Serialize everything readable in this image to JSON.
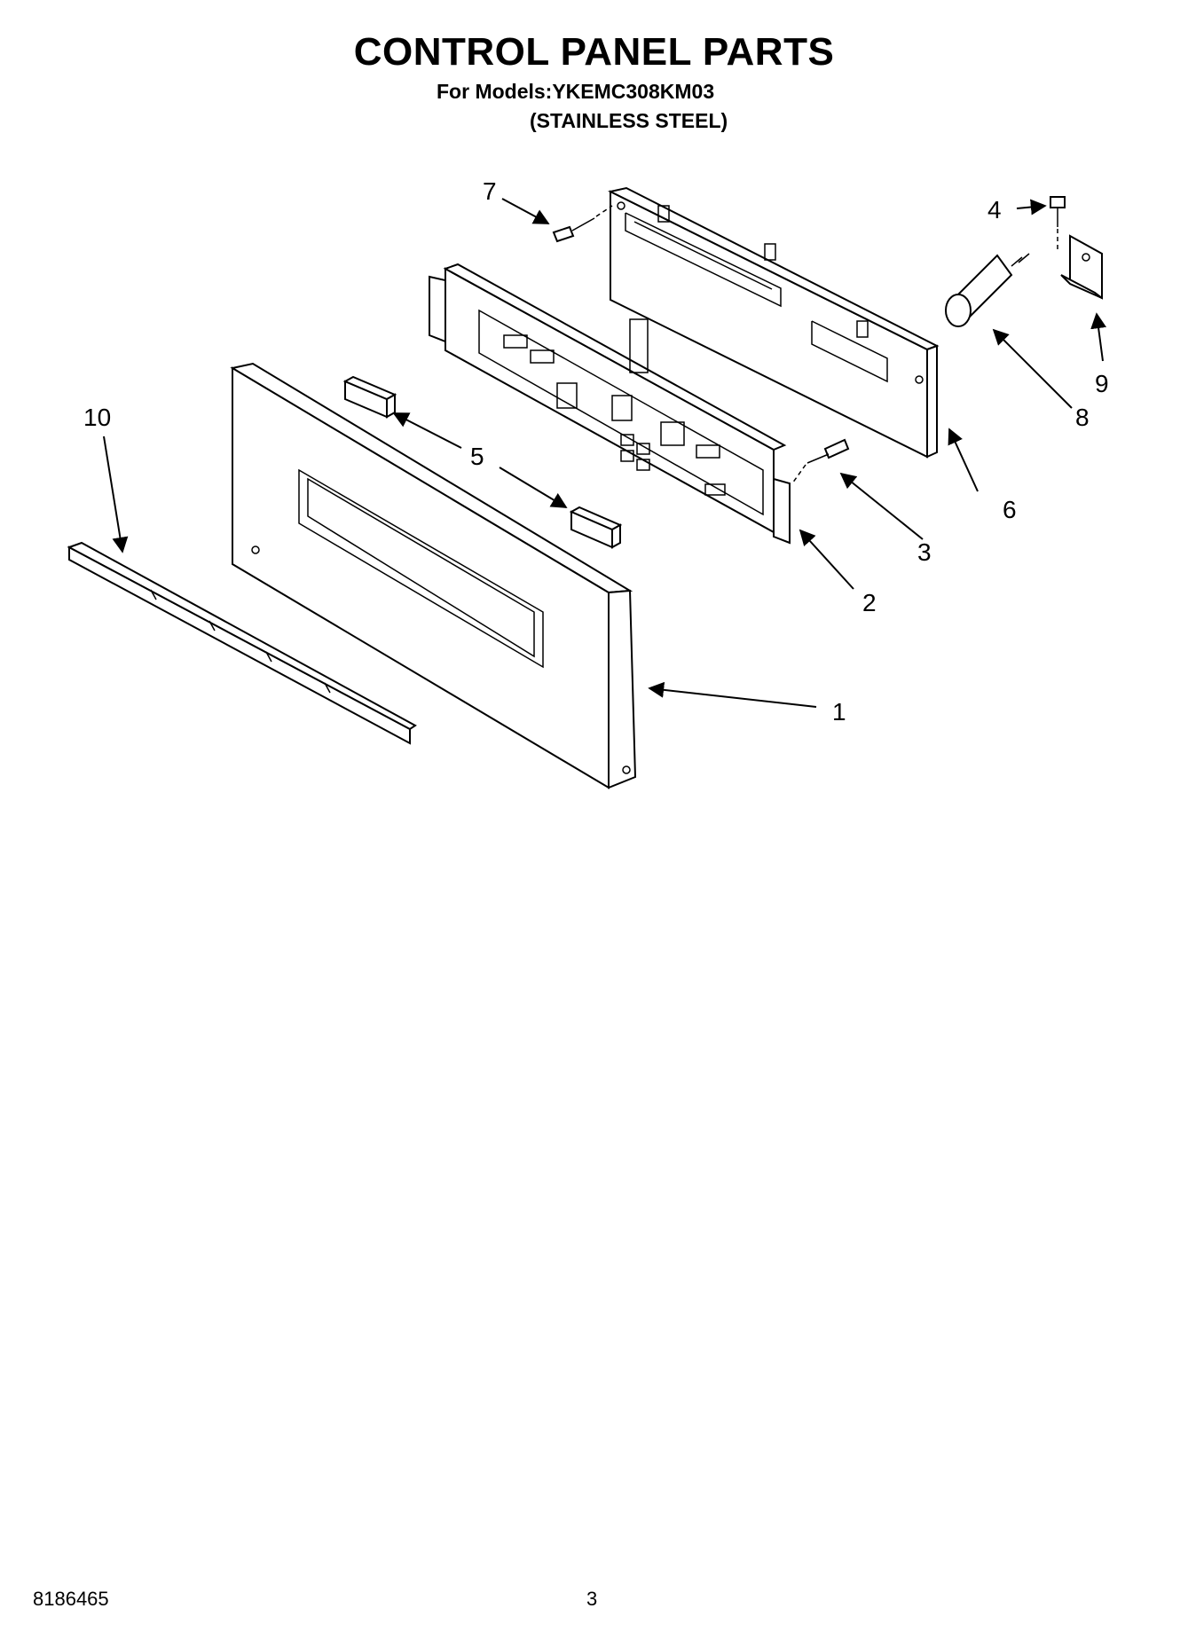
{
  "header": {
    "title": "CONTROL PANEL PARTS",
    "models_line": "For Models:YKEMC308KM03",
    "finish_line": "(STAINLESS STEEL)"
  },
  "footer": {
    "doc_number": "8186465",
    "page_number": "3"
  },
  "callouts": [
    "1",
    "2",
    "3",
    "4",
    "5",
    "6",
    "7",
    "8",
    "9",
    "10"
  ]
}
